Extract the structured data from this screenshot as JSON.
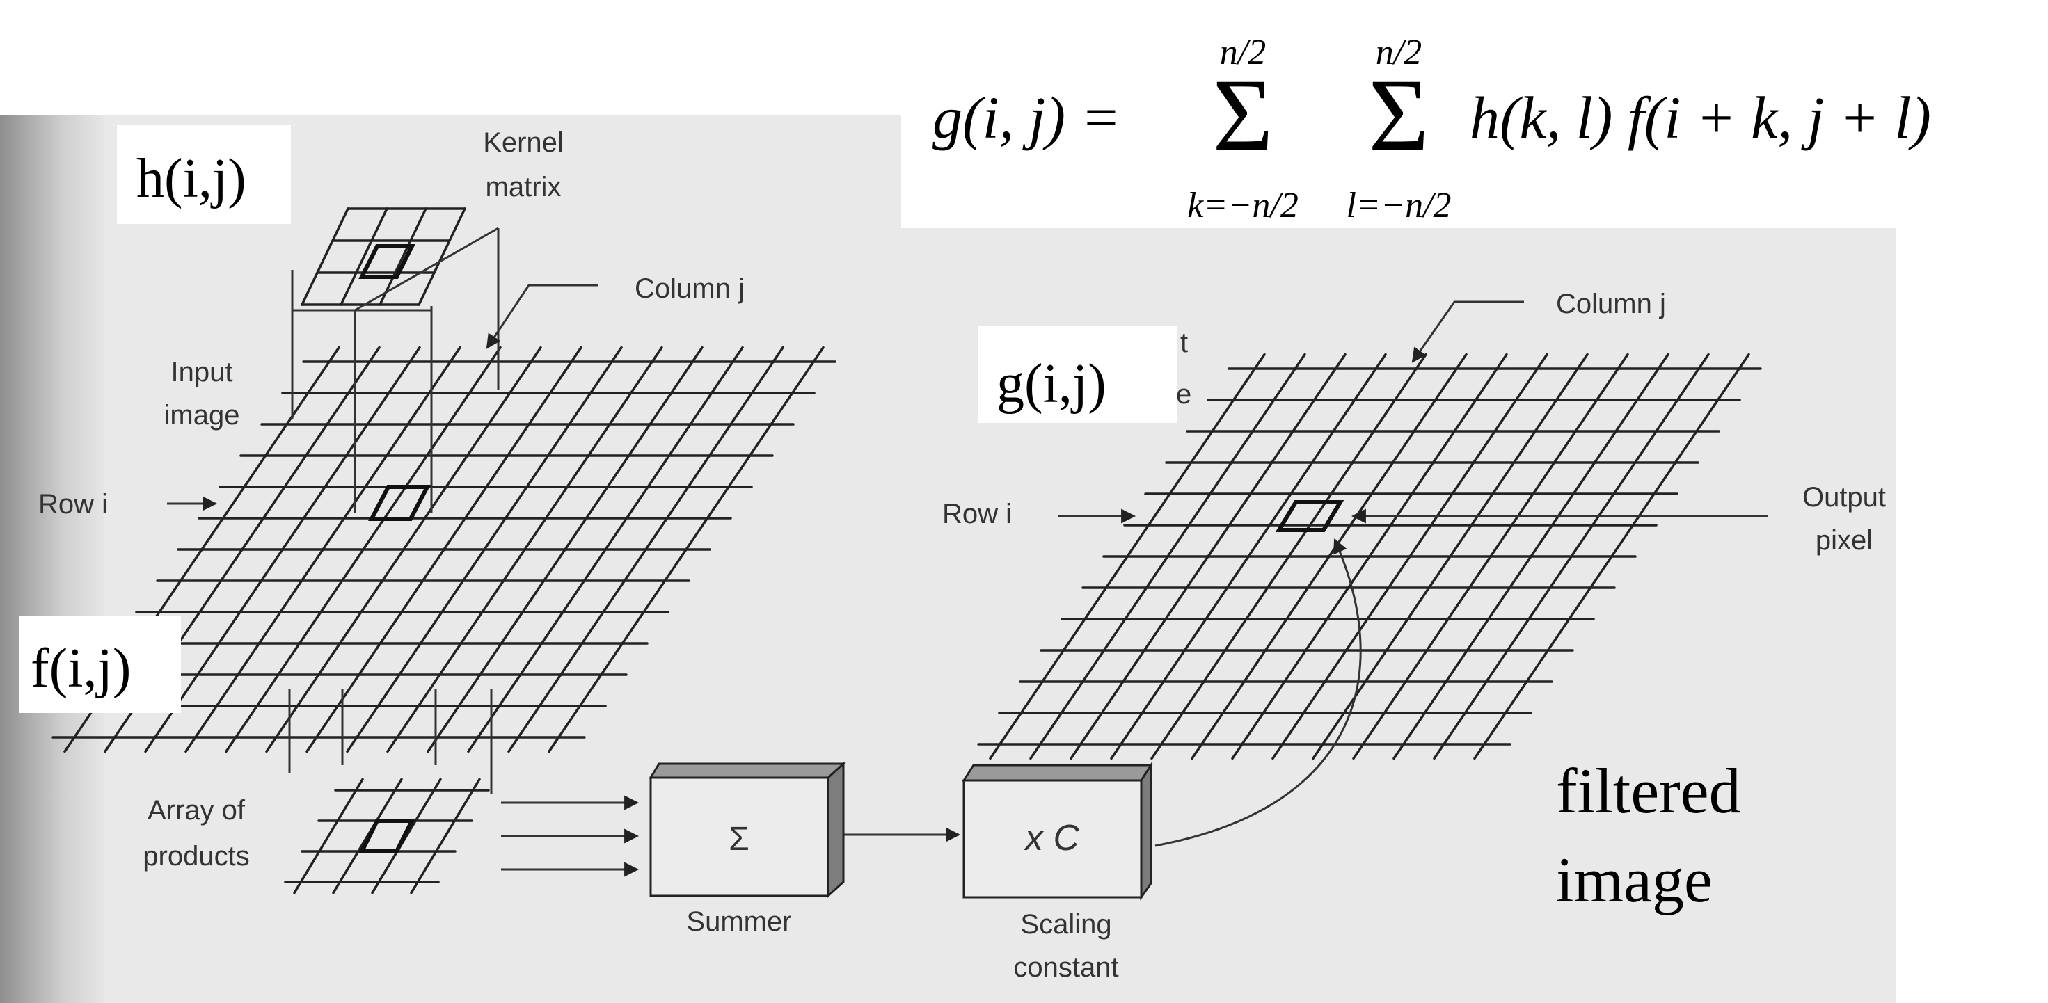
{
  "equation": {
    "lhs": "g(i, j) =",
    "sum1_top": "n/2",
    "sum1_bottom": "k=−n/2",
    "sum2_top": "n/2",
    "sum2_bottom": "l=−n/2",
    "sigma": "Σ",
    "rhs": "h(k, l) f(i + k, j + l)"
  },
  "overlay_labels": {
    "kernel": "h(i,j)",
    "input": "f(i,j)",
    "output": "g(i,j)",
    "filtered_line1": "filtered",
    "filtered_line2": "image"
  },
  "left_panel": {
    "kernel_matrix_line1": "Kernel",
    "kernel_matrix_line2": "matrix",
    "column_label": "Column j",
    "input_image_line1": "Input",
    "input_image_line2": "image",
    "row_label": "Row i",
    "array_line1": "Array of",
    "array_line2": "products"
  },
  "right_panel": {
    "column_label": "Column j",
    "row_label": "Row i",
    "output_pixel_line1": "Output",
    "output_pixel_line2": "pixel",
    "hidden_fragment_1": "t",
    "hidden_fragment_2": "e"
  },
  "blocks": {
    "summer_symbol": "Σ",
    "summer_label": "Summer",
    "scaler_symbol": "x C",
    "scaler_label_line1": "Scaling",
    "scaler_label_line2": "constant"
  },
  "colors": {
    "page_gray": "#e9e9e9",
    "left_shadow": "#9a9a9a",
    "box_fill": "#ececec",
    "box_side": "#8c8c8c",
    "label_bg": "#ffffff"
  }
}
